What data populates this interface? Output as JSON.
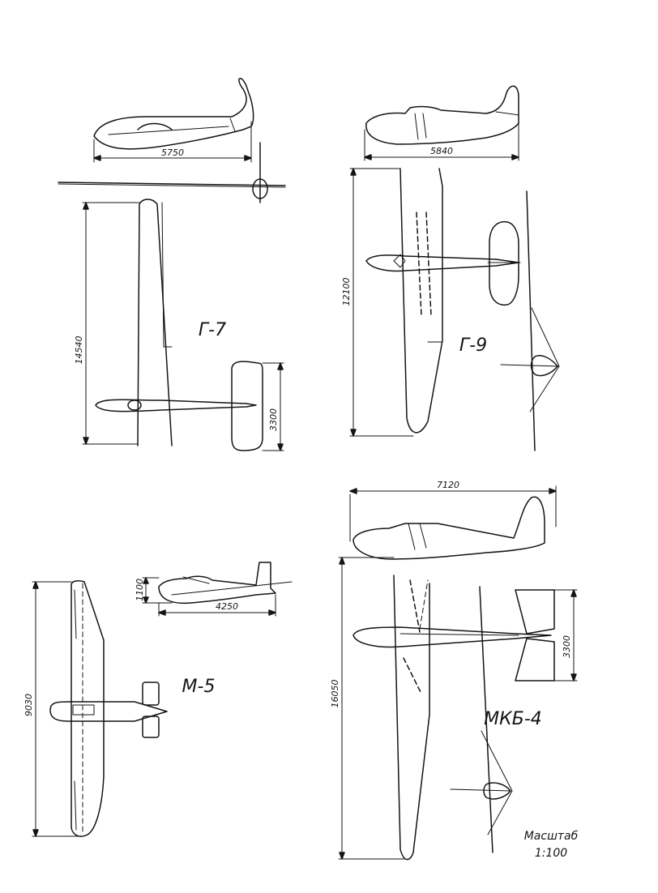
{
  "gliders": [
    {
      "name": "Г-7",
      "length": "5750",
      "span": "14540",
      "tail_span": "3300"
    },
    {
      "name": "Г-9",
      "length": "5840",
      "span": "12100"
    },
    {
      "name": "М-5",
      "length": "4250",
      "height": "1100",
      "span": "9030"
    },
    {
      "name": "МКБ-4",
      "length": "7120",
      "span": "16050",
      "tail_span": "3300"
    }
  ],
  "scale": {
    "label": "Масштаб",
    "value": "1:100"
  }
}
